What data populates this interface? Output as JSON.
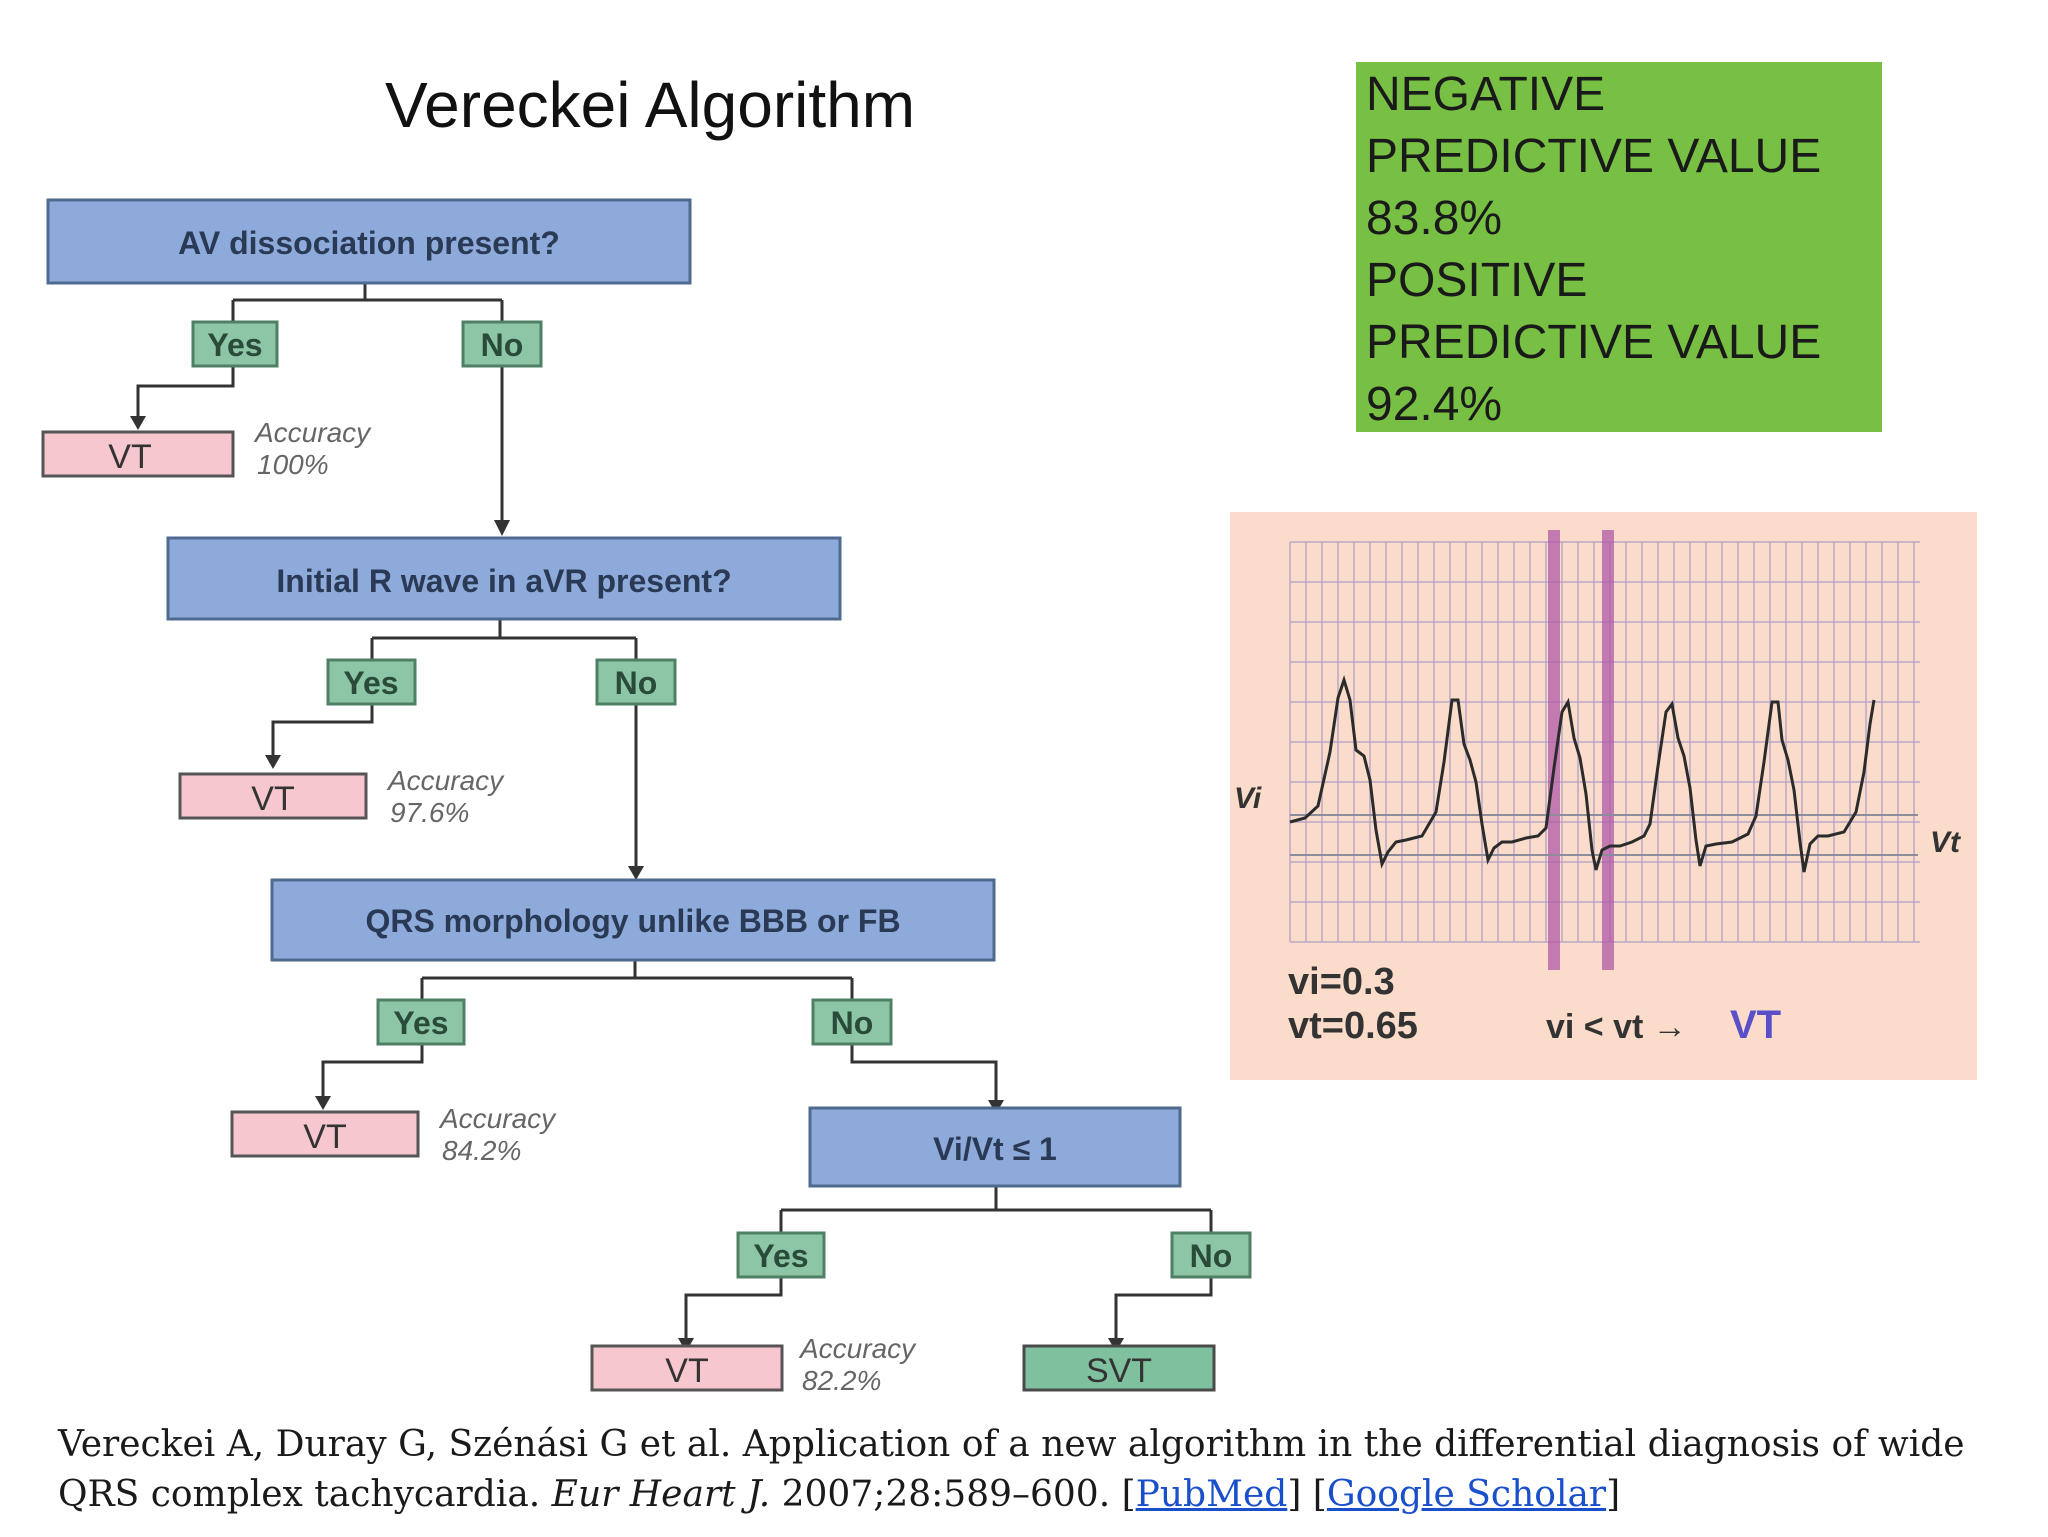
{
  "title": "Vereckei Algorithm",
  "flowchart": {
    "q1": "AV dissociation present?",
    "q2": "Initial R wave in aVR present?",
    "q3": "QRS morphology unlike BBB or FB",
    "q4": "Vi/Vt ≤ 1",
    "yes": "Yes",
    "no": "No",
    "vt": "VT",
    "svt": "SVT",
    "accuracy_label": "Accuracy",
    "acc1": "100%",
    "acc2": "97.6%",
    "acc3": "84.2%",
    "acc4": "82.2%"
  },
  "stats": {
    "npv_1": "NEGATIVE",
    "npv_2": "PREDICTIVE VALUE",
    "npv_value": "83.8%",
    "ppv_1": "POSITIVE",
    "ppv_2": "PREDICTIVE VALUE",
    "ppv_value": "92.4%"
  },
  "ecg": {
    "label_vi": "Vi",
    "label_vt": "Vt",
    "vi_value": "vi=0.3",
    "vt_value": "vt=0.65",
    "rule": "vi < vt →",
    "result": "VT"
  },
  "citation": {
    "text_1": "Vereckei A, Duray G, Szénási G et al. Application of a new algorithm in the differential diagnosis of wide QRS complex tachycardia. ",
    "journal": "Eur Heart J.",
    "text_2": " 2007;28:589–600. [",
    "link_pubmed": "PubMed",
    "text_3": "] [",
    "link_scholar": "Google Scholar",
    "text_4": "]"
  }
}
